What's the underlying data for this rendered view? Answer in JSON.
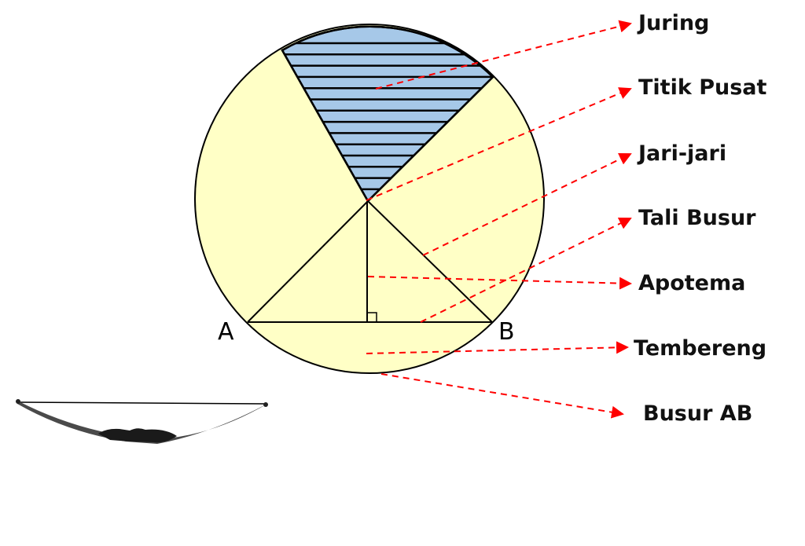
{
  "labels": {
    "juring": "Juring",
    "titik_pusat": "Titik Pusat",
    "jari_jari": "Jari-jari",
    "tali_busur": "Tali Busur",
    "apotema": "Apotema",
    "tembereng": "Tembereng",
    "busur_ab": "Busur AB"
  },
  "points": {
    "a": "A",
    "b": "B"
  },
  "colors": {
    "circle_fill": "#FFFFC6",
    "sector_fill": "#A6C8E8",
    "arrow": "#FF0000",
    "stroke": "#000000"
  }
}
